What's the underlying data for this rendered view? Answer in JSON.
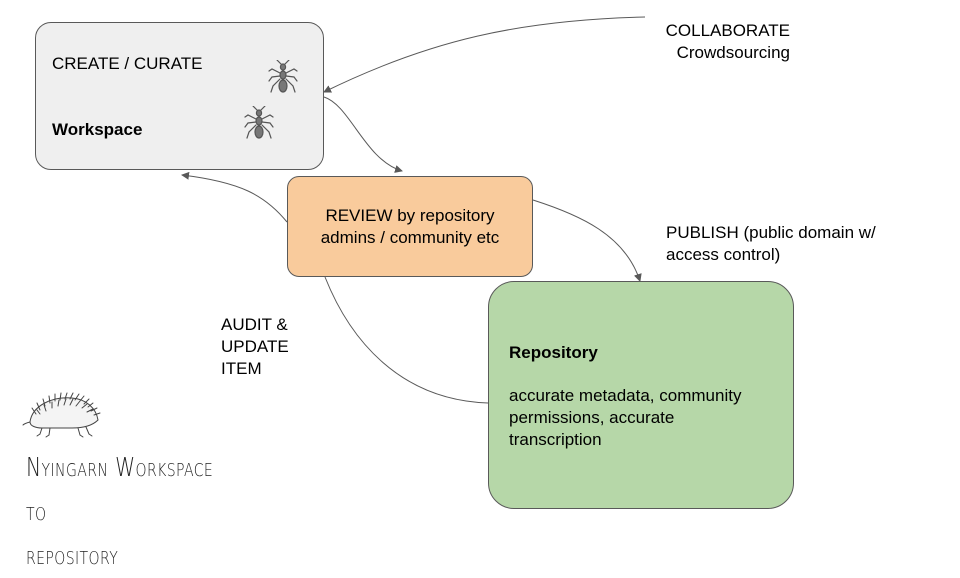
{
  "workspace": {
    "heading": "CREATE / CURATE",
    "title": "Workspace",
    "icons": [
      "ant-icon",
      "ant-icon"
    ]
  },
  "review": {
    "text": "REVIEW by repository\nadmins / community etc"
  },
  "repository": {
    "title": "Repository",
    "description": "accurate metadata, community\npermissions, accurate\ntranscription"
  },
  "labels": {
    "collaborate": "COLLABORATE\nCrowdsourcing",
    "publish": "PUBLISH (public domain w/\naccess control)",
    "audit": "AUDIT &\nUPDATE\nITEM"
  },
  "footer": {
    "title": "Nyingarn Workspace to\nrepository",
    "icon": "echidna-icon"
  },
  "colors": {
    "workspace_fill": "#efefef",
    "review_fill": "#f9cb9c",
    "repository_fill": "#b6d7a8",
    "connector": "#595959"
  }
}
